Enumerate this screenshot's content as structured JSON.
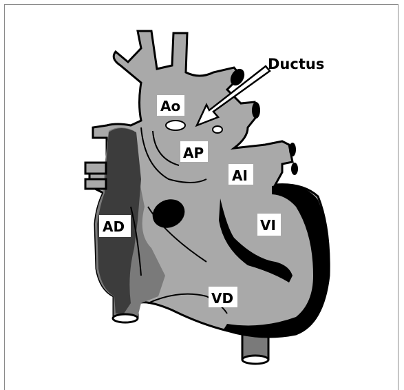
{
  "labels": {
    "ductus": "Ductus",
    "ao": "Ao",
    "ap": "AP",
    "ai": "AI",
    "ad": "AD",
    "vi": "VI",
    "vd": "VD"
  },
  "colors": {
    "frame": "#8a8a8a",
    "light_gray": "#a9a9a9",
    "mid_gray": "#7a7a7a",
    "dark_gray": "#3c3c3c",
    "black": "#000000",
    "label_bg": "#ffffff"
  }
}
